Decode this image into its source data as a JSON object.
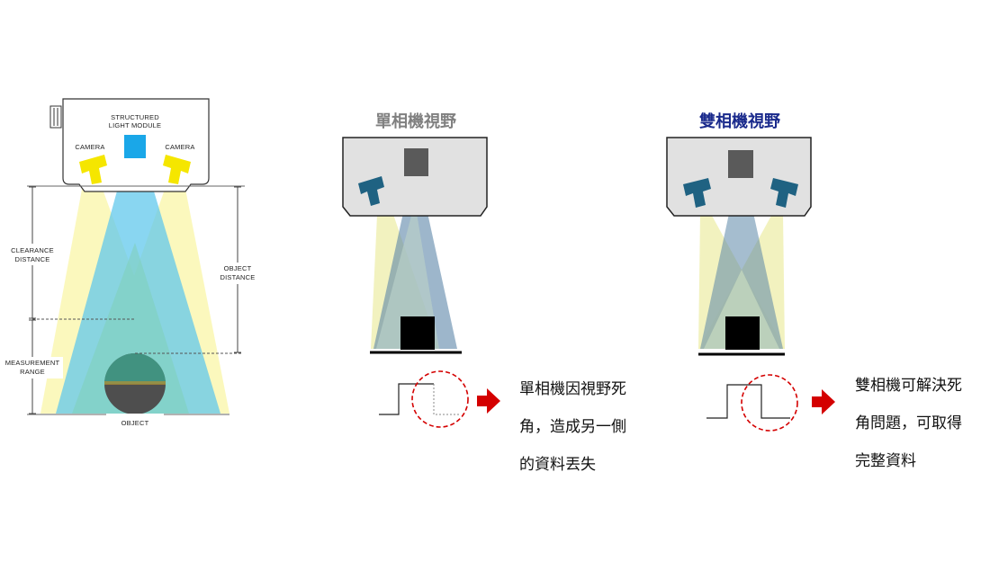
{
  "left_diagram": {
    "module_label_line1": "STRUCTURED",
    "module_label_line2": "LIGHT MODULE",
    "camera_left_label": "CAMERA",
    "camera_right_label": "CAMERA",
    "clearance_line1": "CLEARANCE",
    "clearance_line2": "DISTANCE",
    "object_distance_line1": "OBJECT",
    "object_distance_line2": "DISTANCE",
    "measurement_line1": "MEASUREMENT",
    "measurement_line2": "RANGE",
    "object_label": "OBJECT"
  },
  "single_camera": {
    "title": "單相機視野",
    "title_color": "#808080",
    "description_lines": [
      "單相機因視野死",
      "角，造成另一側",
      "的資料丟失"
    ]
  },
  "dual_camera": {
    "title": "雙相機視野",
    "title_color": "#1a2a8c",
    "description_lines": [
      "雙相機可解決死",
      "角問題，可取得",
      "完整資料"
    ]
  },
  "colors": {
    "camera_yellow": "#f5e600",
    "projector_blue": "#1aa7e8",
    "camera_teal": "#1f6282",
    "arrow_red": "#d40000"
  }
}
